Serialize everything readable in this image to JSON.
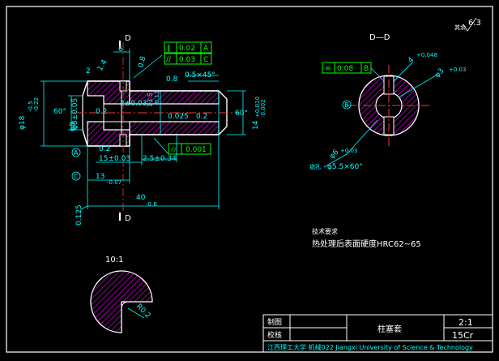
{
  "drawing": {
    "section_title": "D—D",
    "section_mark": "D",
    "surface_mark": "6.3",
    "surface_mark_label": "其余",
    "scale_detail": "10:1",
    "radius_note": "R0.2"
  },
  "dimensions": {
    "dia_left_top": "φ18",
    "dia_left_tol_upper": "-0.5",
    "dia_left_tol_lower": "-0.22",
    "dia_mid": "φ8±0.05",
    "dia_mid2": "φ8",
    "angle_60_left": "60°",
    "angle_60_right": "60°",
    "dim_6": "6",
    "dim_0_8": "0.8",
    "dim_1_4": "1.4",
    "dim_2": "2",
    "dim_0_8b": "0.8",
    "chamfer": "0.5×45°",
    "dim_0_2a": "0.2",
    "dim_2_0_03": "2±0.03",
    "dim_0_2b": "0.2",
    "dim_0_2c": "0.2",
    "dim_0_2x": "0.2",
    "dim_13_5": "13.5",
    "dim_13_5_tol": "-0.11",
    "dim_0_025": "0.025",
    "dim_14": "14",
    "dim_14_tol_up": "+0.010",
    "dim_14_tol_low": "-0.002",
    "dim_15": "15±0.03",
    "dim_2_5": "2.5±0.34",
    "dim_13": "13",
    "dim_13_tol": "-0.07",
    "dim_40": "40",
    "dim_40_tol": "-0.6",
    "dim_0_125": "0.125",
    "sec_dim_4": "4",
    "sec_dim_4_tol": "+0.048",
    "sec_dim_3": "φ3",
    "sec_dim_3_tol": "+0.03",
    "sec_dim_6": "φ6",
    "sec_dim_6_tol": "+0.03",
    "sec_dim_cb": "φ5.5×60°",
    "sec_dim_cb_prefix": "锪孔"
  },
  "tolerances": {
    "frame1_sym": "‖",
    "frame1_val": "0.02",
    "frame1_ref": "A",
    "frame2_sym": "//",
    "frame2_val": "0.03",
    "frame2_ref": "C",
    "frame3_sym": "⌭",
    "frame3_val": "0.001",
    "frame4_sym": "≡",
    "frame4_val": "0.08",
    "frame4_ref": "B"
  },
  "datums": {
    "a": "A",
    "b": "B",
    "c": "C"
  },
  "notes": {
    "title": "技术要求",
    "line1": "热处理后表面硬度HRC62~65"
  },
  "title_block": {
    "drawn_label": "制图",
    "check_label": "校核",
    "part_name": "柱塞套",
    "scale": "2:1",
    "material": "15Cr",
    "school": "江西理工大学 机械022 Jiangxi University of Science & Technology"
  },
  "colors": {
    "outline": "#ffffff",
    "dimension": "#00ffff",
    "hatch": "#ff00ff",
    "center": "#ff3333",
    "border": "#ffffff",
    "tolerance": "#00ff00"
  }
}
